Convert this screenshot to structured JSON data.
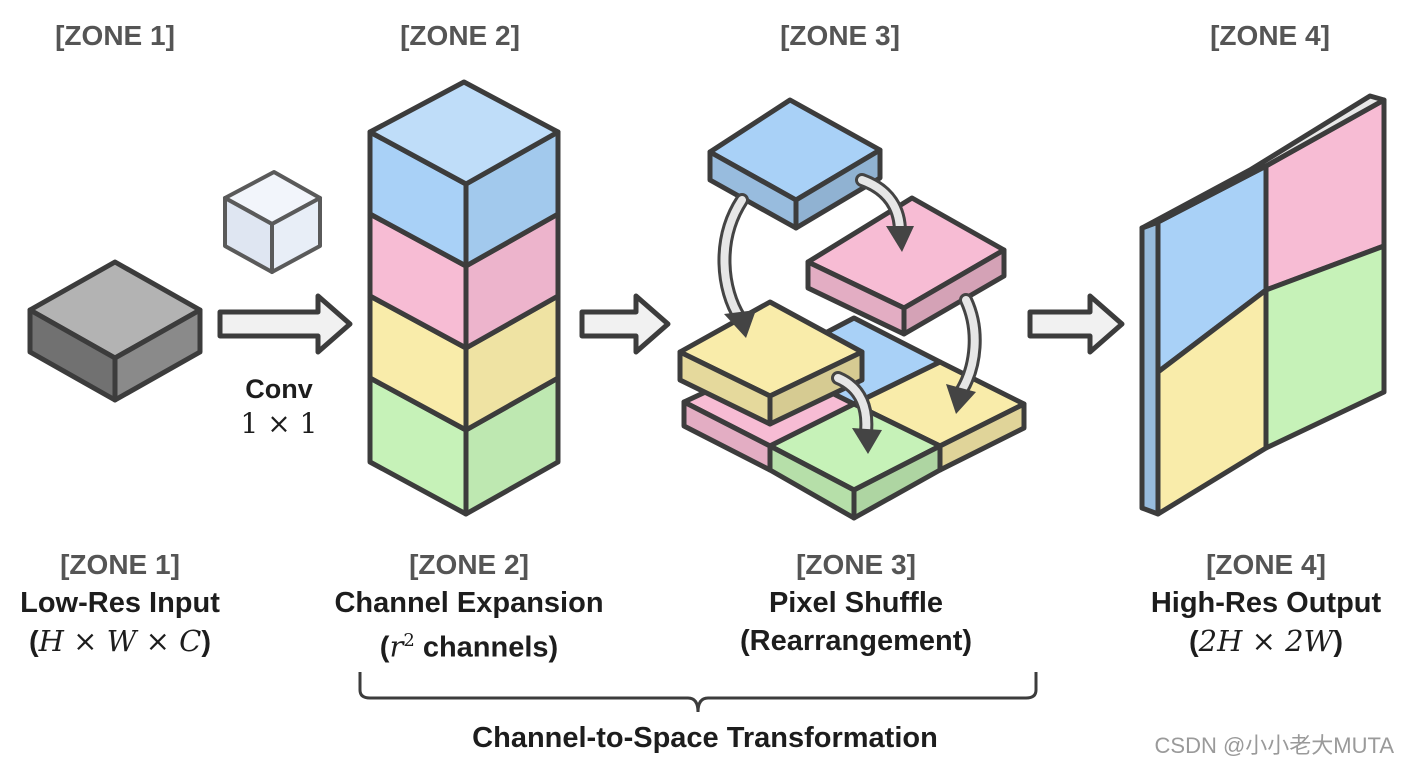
{
  "zones": {
    "z1": {
      "header": "[ZONE 1]",
      "label": "[ZONE 1]",
      "title": "Low-Res Input",
      "math": "H × W × C"
    },
    "z2": {
      "header": "[ZONE 2]",
      "label": "[ZONE 2]",
      "title": "Channel Expansion",
      "math_var": "r",
      "math_sup": "2",
      "math_rest": " channels"
    },
    "z3": {
      "header": "[ZONE 3]",
      "label": "[ZONE 3]",
      "title": "Pixel Shuffle",
      "subtitle": "(Rearrangement)"
    },
    "z4": {
      "header": "[ZONE 4]",
      "label": "[ZONE 4]",
      "title": "High-Res Output",
      "math": "2H × 2W"
    }
  },
  "conv": {
    "label": "Conv",
    "kernel": "1 × 1"
  },
  "brace_label": "Channel-to-Space Transformation",
  "watermark": "CSDN @小小老大MUTA",
  "colors": {
    "blue": "#a9d1f7",
    "pink": "#f7bcd4",
    "yellow": "#f9ecaa",
    "green": "#c6f2b8",
    "gray": "#8a8a8a",
    "outline": "#3c3c3c"
  }
}
